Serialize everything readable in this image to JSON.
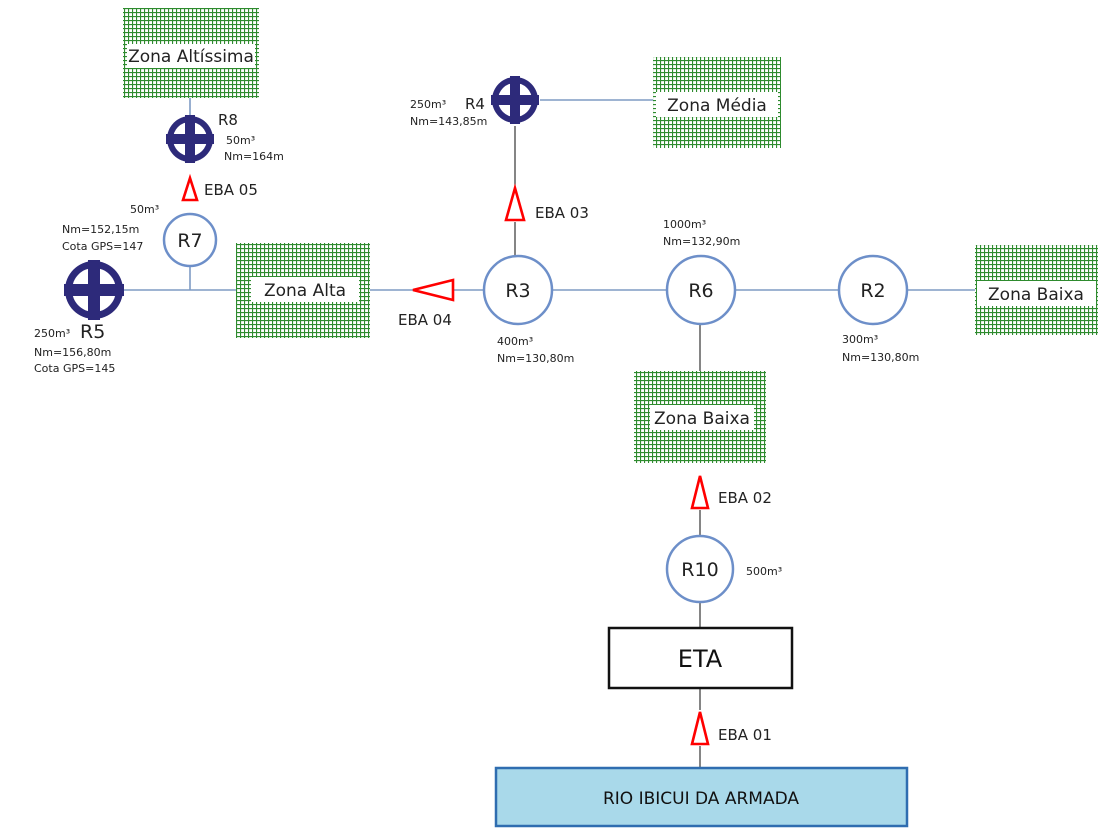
{
  "zones": {
    "altissima": "Zona Altíssima",
    "media": "Zona Média",
    "alta": "Zona Alta",
    "baixa_right": "Zona Baixa",
    "baixa_center": "Zona Baixa"
  },
  "reservoirs": {
    "r7": {
      "name": "R7",
      "volume": "50m³",
      "nm": "Nm=152,15m",
      "cota": "Cota GPS=147"
    },
    "r3": {
      "name": "R3",
      "volume": "400m³",
      "nm": "Nm=130,80m"
    },
    "r6": {
      "name": "R6",
      "volume": "1000m³",
      "nm": "Nm=132,90m"
    },
    "r2": {
      "name": "R2",
      "volume": "300m³",
      "nm": "Nm=130,80m"
    },
    "r10": {
      "name": "R10",
      "volume": "500m³"
    }
  },
  "elevated_reservoirs": {
    "r8": {
      "name": "R8",
      "volume": "50m³",
      "nm": "Nm=164m"
    },
    "r4": {
      "name": "R4",
      "volume": "250m³",
      "nm": "Nm=143,85m"
    },
    "r5": {
      "name": "R5",
      "volume": "250m³",
      "nm": "Nm=156,80m",
      "cota": "Cota GPS=145"
    }
  },
  "pumps": {
    "eba01": "EBA 01",
    "eba02": "EBA 02",
    "eba03": "EBA 03",
    "eba04": "EBA 04",
    "eba05": "EBA 05"
  },
  "eta": "ETA",
  "river": "RIO IBICUI DA ARMADA",
  "colors": {
    "pipe": "#7f9bc4",
    "reservoir_stroke": "#6d8fc9",
    "pump": "#ff0000",
    "elevated_reservoir": "#2d2a7a",
    "zone_grid": "#3c8a3c",
    "river_fill": "#a9d9ea",
    "river_stroke": "#2f6db0"
  }
}
